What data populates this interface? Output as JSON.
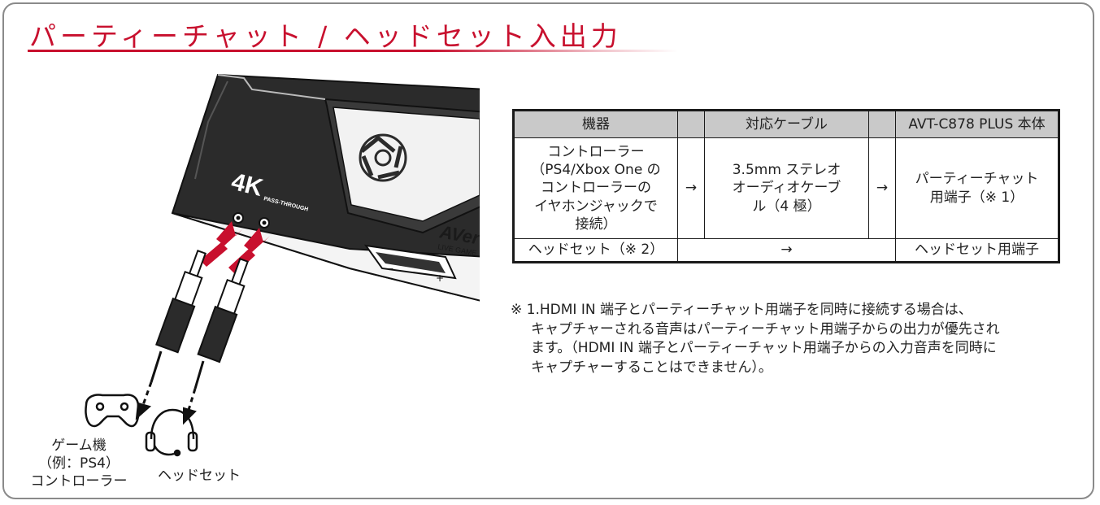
{
  "title": "パーティーチャット / ヘッドセット入出力",
  "device": {
    "logo_4k": "4K",
    "pass_through": "PASS-THROUGH",
    "brand": "AVer",
    "brand_sub": "LIVE GAME"
  },
  "labels": {
    "console_line1": "ゲーム機",
    "console_line2": "（例：PS4）",
    "console_line3": "コントローラー",
    "headset": "ヘッドセット"
  },
  "table": {
    "headers": [
      "機器",
      "",
      "対応ケーブル",
      "",
      "AVT-C878 PLUS 本体"
    ],
    "row1": {
      "device": [
        "コントローラー",
        "（PS4/Xbox One の",
        "コントローラーの",
        "イヤホンジャックで",
        "接続）"
      ],
      "arrow1": "→",
      "cable": [
        "3.5mm ステレオ",
        "オーディオケーブ",
        "ル（4 極）"
      ],
      "arrow2": "→",
      "port": [
        "パーティーチャット",
        "用端子（※ 1）"
      ]
    },
    "row2": {
      "device": "ヘッドセット（※ 2）",
      "arrow": "→",
      "port": "ヘッドセット用端子"
    }
  },
  "notes": [
    "※ 1.HDMI IN 端子とパーティーチャット用端子を同時に接続する場合は、",
    "キャプチャーされる音声はパーティーチャット用端子からの出力が優先され",
    "ます。（HDMI IN 端子とパーティーチャット用端子からの入力音声を同時に",
    "キャプチャーすることはできません）。"
  ],
  "colors": {
    "accent": "#c8102e",
    "header_fill": "#c9c9c9",
    "device_body": "#2b2b2b",
    "arrow": "#c8102e"
  }
}
